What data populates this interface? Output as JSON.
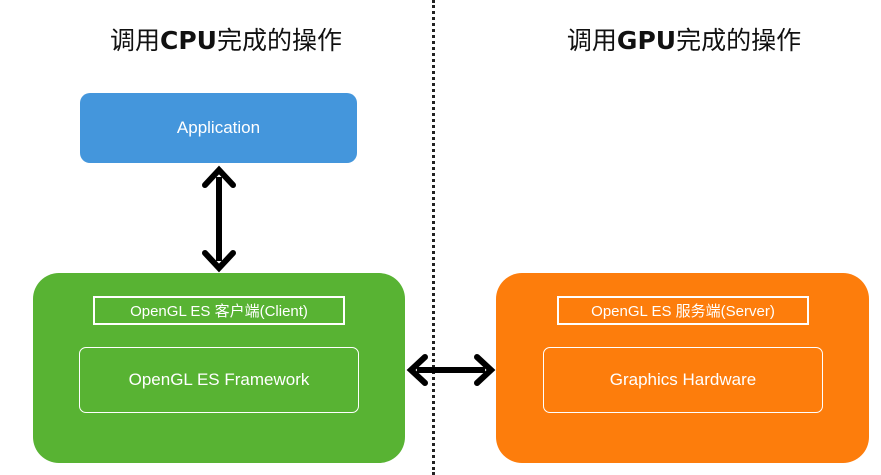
{
  "headings": {
    "left": {
      "prefix": "调用",
      "bold": "CPU",
      "suffix": "完成的操作"
    },
    "right": {
      "prefix": "调用",
      "bold": "GPU",
      "suffix": "完成的操作"
    }
  },
  "boxes": {
    "application": {
      "label": "Application",
      "color": "#4496dc"
    },
    "client_label": "OpenGL ES 客户端(Client)",
    "framework": "OpenGL ES Framework",
    "client_color": "#58b333",
    "server_label": "OpenGL ES 服务端(Server)",
    "hardware": "Graphics Hardware",
    "server_color": "#fd7d0c"
  },
  "arrows": {
    "vertical": "app-to-client",
    "horizontal": "client-to-server",
    "color": "#000000"
  }
}
